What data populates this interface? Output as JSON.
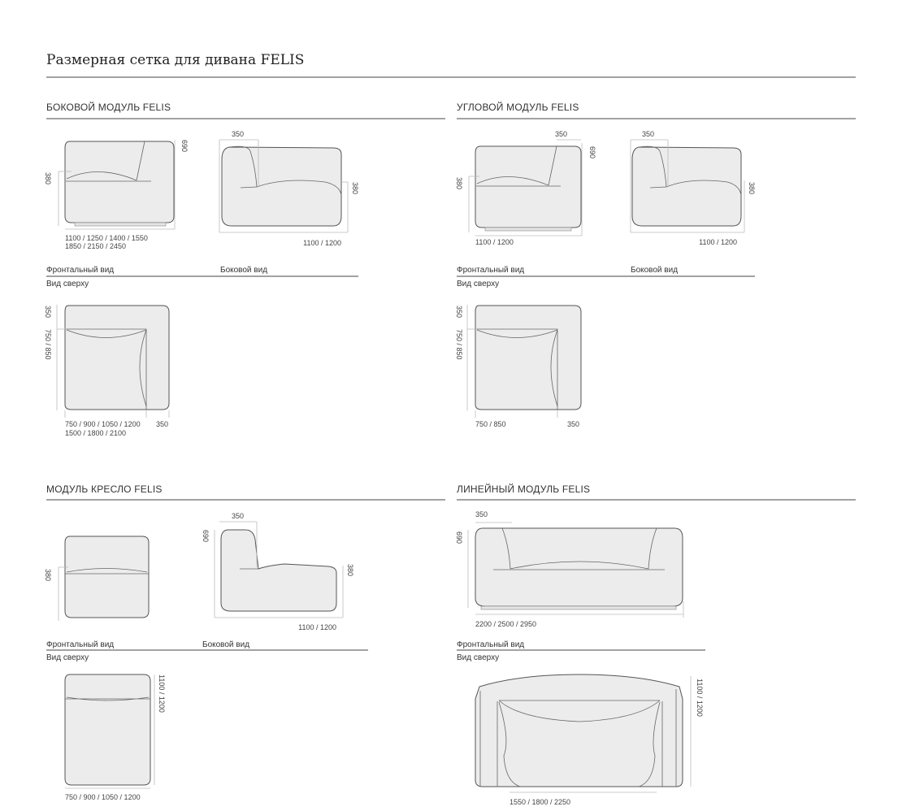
{
  "title": "Размерная сетка для дивана FELIS",
  "sections": [
    {
      "heading": "БОКОВОЙ МОДУЛЬ FELIS",
      "front": {
        "height": "690",
        "seat": "380",
        "width_line1": "1100 / 1250 / 1400 / 1550",
        "width_line2": "1850 / 2150 / 2450"
      },
      "side": {
        "back": "350",
        "seat": "380",
        "depth": "1100 / 1200"
      },
      "top": {
        "back": "350",
        "depth": "750 / 850",
        "width_line1": "750 / 900 / 1050 / 1200",
        "width_line2": "1500 / 1800 / 2100",
        "arm": "350"
      },
      "labels": {
        "front": "Фронтальный вид",
        "side": "Боковой вид",
        "top": "Вид сверху"
      }
    },
    {
      "heading": "УГЛОВОЙ МОДУЛЬ FELIS",
      "front": {
        "back": "350",
        "height": "690",
        "seat": "380",
        "width": "1100 / 1200"
      },
      "side": {
        "back": "350",
        "seat": "380",
        "depth": "1100 / 1200"
      },
      "top": {
        "back": "350",
        "depth": "750 / 850",
        "width": "750 / 850",
        "arm": "350"
      },
      "labels": {
        "front": "Фронтальный вид",
        "side": "Боковой вид",
        "top": "Вид сверху"
      }
    },
    {
      "heading": "МОДУЛЬ КРЕСЛО FELIS",
      "front": {
        "seat": "380"
      },
      "side": {
        "back": "350",
        "height": "690",
        "seat": "380",
        "depth": "1100 / 1200"
      },
      "top": {
        "depth": "1100 / 1200",
        "width": "750 / 900 / 1050 / 1200"
      },
      "labels": {
        "front": "Фронтальный вид",
        "side": "Боковой вид",
        "top": "Вид сверху"
      }
    },
    {
      "heading": "ЛИНЕЙНЫЙ МОДУЛЬ FELIS",
      "front": {
        "arm": "350",
        "height": "690",
        "width": "2200 / 2500 / 2950"
      },
      "top": {
        "depth": "1100 / 1200",
        "width": "1550 / 1800 / 2250"
      },
      "labels": {
        "front": "Фронтальный вид",
        "top": "Вид сверху"
      }
    }
  ]
}
